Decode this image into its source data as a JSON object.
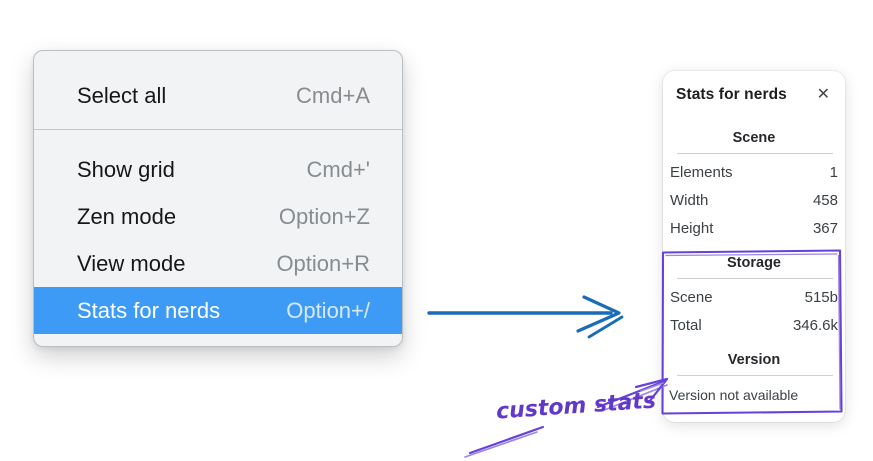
{
  "menu": {
    "items": [
      {
        "label": "Select all",
        "shortcut": "Cmd+A",
        "highlighted": false
      },
      {
        "label": "Show grid",
        "shortcut": "Cmd+'",
        "highlighted": false
      },
      {
        "label": "Zen mode",
        "shortcut": "Option+Z",
        "highlighted": false
      },
      {
        "label": "View mode",
        "shortcut": "Option+R",
        "highlighted": false
      },
      {
        "label": "Stats for nerds",
        "shortcut": "Option+/",
        "highlighted": true
      }
    ]
  },
  "stats_panel": {
    "title": "Stats for nerds",
    "close_glyph": "✕",
    "scene_section": {
      "header": "Scene",
      "rows": [
        {
          "label": "Elements",
          "value": "1"
        },
        {
          "label": "Width",
          "value": "458"
        },
        {
          "label": "Height",
          "value": "367"
        }
      ]
    },
    "storage_section": {
      "header": "Storage",
      "rows": [
        {
          "label": "Scene",
          "value": "515b"
        },
        {
          "label": "Total",
          "value": "346.6k"
        }
      ]
    },
    "version_section": {
      "header": "Version",
      "note": "Version not available"
    }
  },
  "annotation": {
    "label": "custom stats"
  },
  "colors": {
    "menu_highlight": "#3e9bf5",
    "menu_background": "#f2f3f5",
    "arrow_blue": "#1a6cb8",
    "annotation_purple": "#6741d9",
    "annotation_purple_light": "#9b86e8"
  }
}
